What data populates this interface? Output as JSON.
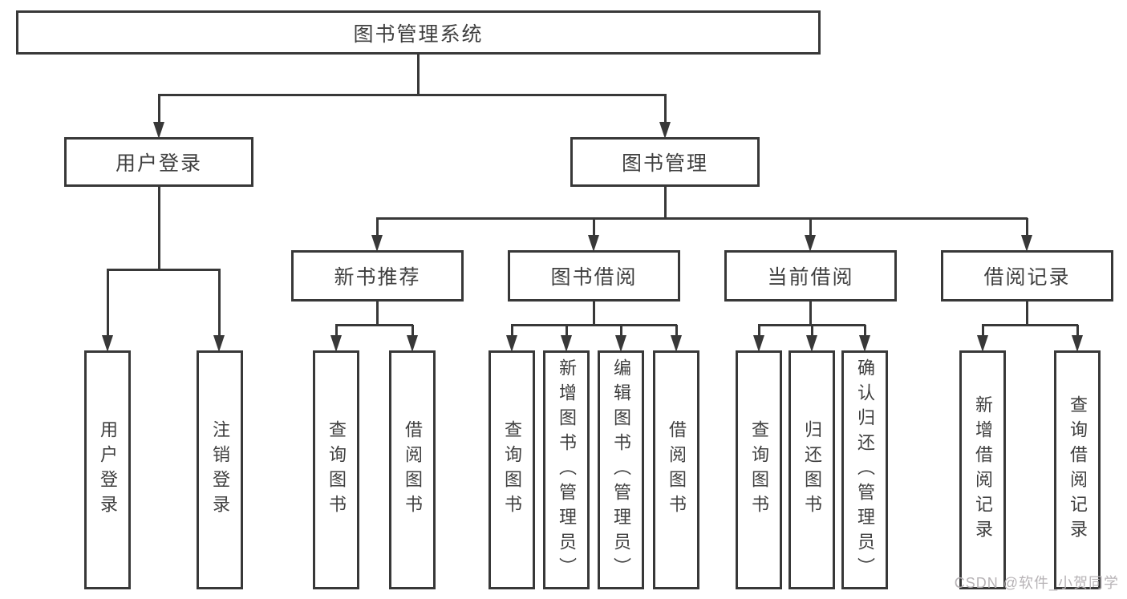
{
  "diagram": {
    "title": "图书管理系统",
    "watermark": "CSDN @软件_小贺同学",
    "colors": {
      "line": "#383838",
      "box_border": "#383838",
      "box_fill": "#ffffff",
      "text": "#3f3f3f",
      "watermark_text": "#b7b3b6"
    },
    "nodes": {
      "root": "图书管理系统",
      "user_login_group": "用户登录",
      "book_mgmt": "图书管理",
      "new_book_rec": "新书推荐",
      "book_borrow": "图书借阅",
      "current_borrow": "当前借阅",
      "borrow_records": "借阅记录",
      "user_login": "用户登录",
      "logout": "注销登录",
      "query_books_a": "查询图书",
      "borrow_books_a": "借阅图书",
      "query_books_b": "查询图书",
      "add_books_admin": "新增图书（管理员）",
      "edit_books_admin": "编辑图书（管理员）",
      "borrow_books_b": "借阅图书",
      "query_books_c": "查询图书",
      "return_books": "归还图书",
      "confirm_return_admin": "确认归还（管理员）",
      "add_borrow_record": "新增借阅记录",
      "query_borrow_record": "查询借阅记录"
    }
  }
}
